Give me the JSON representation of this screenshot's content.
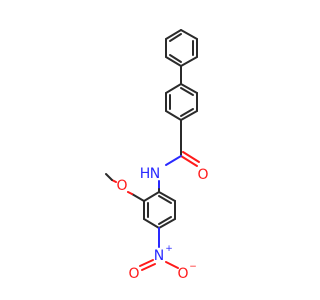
{
  "atoms": {
    "amide_nitrogen": "N",
    "amide_hydrogen": "H",
    "carbonyl_oxygen": "O",
    "methoxy_oxygen": "O",
    "nitro_nitrogen": "N",
    "nitro_plus": "+",
    "nitro_oxygen_left": "O",
    "nitro_oxygen_right": "O",
    "nitro_minus": "−"
  },
  "colors": {
    "bond": "#2b2b2b",
    "nitrogen": "#2a2aff",
    "oxygen": "#ff1a1a"
  }
}
